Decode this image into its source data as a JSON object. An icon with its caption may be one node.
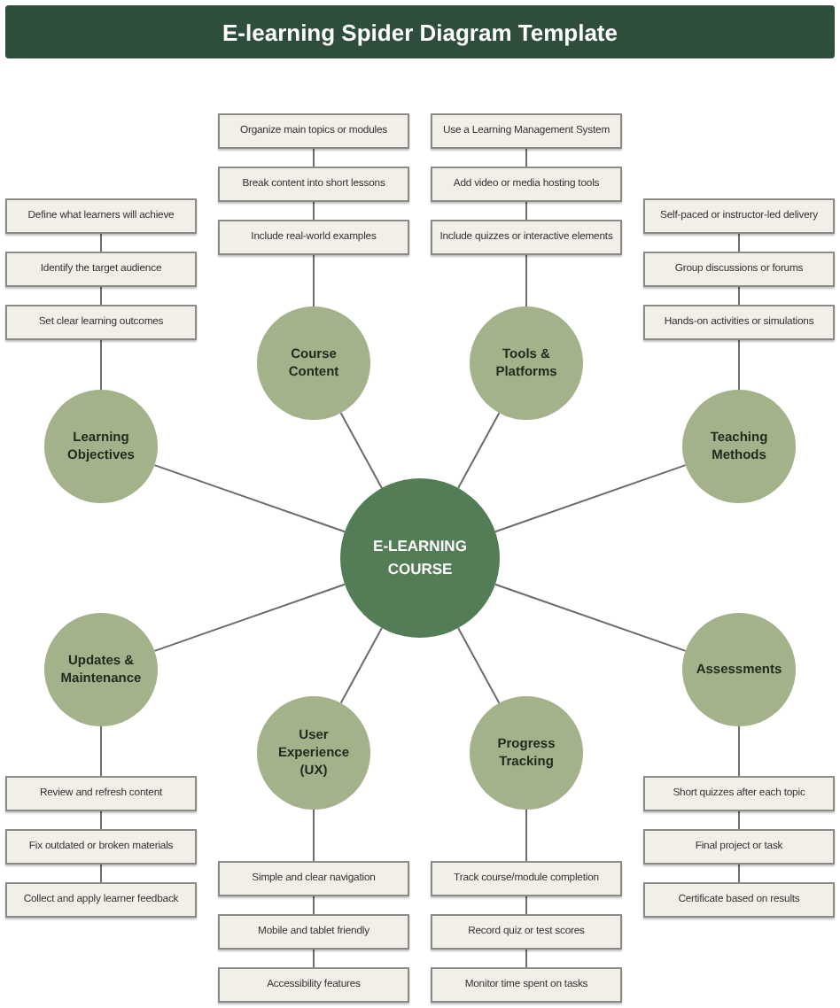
{
  "diagram": {
    "title": "E-learning Spider Diagram Template",
    "nodes": [
      {
        "text": [
          "E-LEARNING COURSE"
        ]
      },
      {
        "text": [
          "Course Content"
        ]
      },
      {
        "text": [
          "Organize main topics or modules"
        ]
      },
      {
        "text": [
          "Break content into short lessons"
        ]
      },
      {
        "text": [
          "Include real-world examples"
        ]
      },
      {
        "text": [
          "Tools & Platforms"
        ]
      },
      {
        "text": [
          "Use a Learning Management System"
        ]
      },
      {
        "text": [
          "Add video or media hosting tools"
        ]
      },
      {
        "text": [
          "Include quizzes or interactive elements"
        ]
      },
      {
        "text": [
          "Learning Objectives"
        ]
      },
      {
        "text": [
          "Define what learners will achieve"
        ]
      },
      {
        "text": [
          "Identify the target audience"
        ]
      },
      {
        "text": [
          "Set clear learning outcomes"
        ]
      },
      {
        "text": [
          "Teaching Methods"
        ]
      },
      {
        "text": [
          "Self-paced or instructor-led delivery"
        ]
      },
      {
        "text": [
          "Group discussions or forums"
        ]
      },
      {
        "text": [
          "Hands-on activities or simulations"
        ]
      },
      {
        "text": [
          "Updates & Maintenance"
        ]
      },
      {
        "text": [
          "Review and refresh content"
        ]
      },
      {
        "text": [
          "Fix outdated or broken materials"
        ]
      },
      {
        "text": [
          "Collect and apply learner feedback"
        ]
      },
      {
        "text": [
          "Assessments"
        ]
      },
      {
        "text": [
          "Short quizzes after each topic"
        ]
      },
      {
        "text": [
          "Final project or task"
        ]
      },
      {
        "text": [
          "Certificate based on results"
        ]
      },
      {
        "text": [
          "User Experience (UX)"
        ]
      },
      {
        "text": [
          "Simple and clear navigation"
        ]
      },
      {
        "text": [
          "Mobile and tablet friendly"
        ]
      },
      {
        "text": [
          "Accessibility features"
        ]
      },
      {
        "text": [
          "Progress Tracking"
        ]
      },
      {
        "text": [
          "Track course/module completion"
        ]
      },
      {
        "text": [
          "Record quiz or test scores"
        ]
      },
      {
        "text": [
          "Monitor time spent on tasks"
        ]
      }
    ],
    "edges": [
      {
        "from": 0,
        "to": 1,
        "arrow": "none"
      },
      {
        "from": 1,
        "to": 4,
        "arrow": "none"
      },
      {
        "from": 4,
        "to": 3,
        "arrow": "none"
      },
      {
        "from": 3,
        "to": 2,
        "arrow": "none"
      },
      {
        "from": 0,
        "to": 5,
        "arrow": "none"
      },
      {
        "from": 5,
        "to": 8,
        "arrow": "none"
      },
      {
        "from": 8,
        "to": 7,
        "arrow": "none"
      },
      {
        "from": 7,
        "to": 6,
        "arrow": "none"
      },
      {
        "from": 0,
        "to": 9,
        "arrow": "none"
      },
      {
        "from": 9,
        "to": 12,
        "arrow": "none"
      },
      {
        "from": 12,
        "to": 11,
        "arrow": "none"
      },
      {
        "from": 11,
        "to": 10,
        "arrow": "none"
      },
      {
        "from": 0,
        "to": 13,
        "arrow": "none"
      },
      {
        "from": 13,
        "to": 16,
        "arrow": "none"
      },
      {
        "from": 16,
        "to": 15,
        "arrow": "none"
      },
      {
        "from": 15,
        "to": 14,
        "arrow": "none"
      },
      {
        "from": 0,
        "to": 17,
        "arrow": "none"
      },
      {
        "from": 17,
        "to": 18,
        "arrow": "none"
      },
      {
        "from": 18,
        "to": 19,
        "arrow": "none"
      },
      {
        "from": 19,
        "to": 20,
        "arrow": "none"
      },
      {
        "from": 0,
        "to": 21,
        "arrow": "none"
      },
      {
        "from": 21,
        "to": 22,
        "arrow": "none"
      },
      {
        "from": 22,
        "to": 23,
        "arrow": "none"
      },
      {
        "from": 23,
        "to": 24,
        "arrow": "none"
      },
      {
        "from": 0,
        "to": 25,
        "arrow": "none"
      },
      {
        "from": 25,
        "to": 26,
        "arrow": "none"
      },
      {
        "from": 26,
        "to": 27,
        "arrow": "none"
      },
      {
        "from": 27,
        "to": 28,
        "arrow": "none"
      },
      {
        "from": 0,
        "to": 29,
        "arrow": "none"
      },
      {
        "from": 29,
        "to": 30,
        "arrow": "none"
      },
      {
        "from": 30,
        "to": 31,
        "arrow": "none"
      },
      {
        "from": 31,
        "to": 32,
        "arrow": "none"
      }
    ]
  }
}
